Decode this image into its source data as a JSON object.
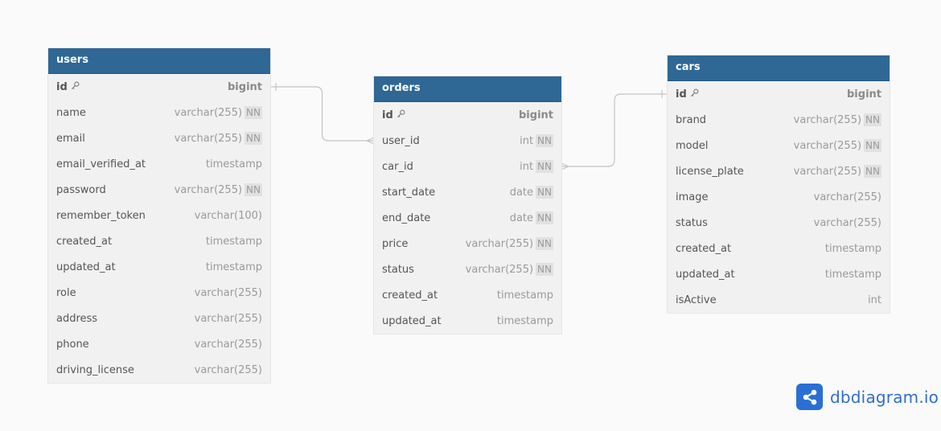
{
  "tables": {
    "users": {
      "name": "users",
      "fields": [
        {
          "name": "id",
          "type": "bigint",
          "nn": false,
          "pk": true
        },
        {
          "name": "name",
          "type": "varchar(255)",
          "nn": true
        },
        {
          "name": "email",
          "type": "varchar(255)",
          "nn": true
        },
        {
          "name": "email_verified_at",
          "type": "timestamp",
          "nn": false
        },
        {
          "name": "password",
          "type": "varchar(255)",
          "nn": true
        },
        {
          "name": "remember_token",
          "type": "varchar(100)",
          "nn": false
        },
        {
          "name": "created_at",
          "type": "timestamp",
          "nn": false
        },
        {
          "name": "updated_at",
          "type": "timestamp",
          "nn": false
        },
        {
          "name": "role",
          "type": "varchar(255)",
          "nn": false
        },
        {
          "name": "address",
          "type": "varchar(255)",
          "nn": false
        },
        {
          "name": "phone",
          "type": "varchar(255)",
          "nn": false
        },
        {
          "name": "driving_license",
          "type": "varchar(255)",
          "nn": false
        }
      ]
    },
    "orders": {
      "name": "orders",
      "fields": [
        {
          "name": "id",
          "type": "bigint",
          "nn": false,
          "pk": true
        },
        {
          "name": "user_id",
          "type": "int",
          "nn": true
        },
        {
          "name": "car_id",
          "type": "int",
          "nn": true
        },
        {
          "name": "start_date",
          "type": "date",
          "nn": true
        },
        {
          "name": "end_date",
          "type": "date",
          "nn": true
        },
        {
          "name": "price",
          "type": "varchar(255)",
          "nn": true
        },
        {
          "name": "status",
          "type": "varchar(255)",
          "nn": true
        },
        {
          "name": "created_at",
          "type": "timestamp",
          "nn": false
        },
        {
          "name": "updated_at",
          "type": "timestamp",
          "nn": false
        }
      ]
    },
    "cars": {
      "name": "cars",
      "fields": [
        {
          "name": "id",
          "type": "bigint",
          "nn": false,
          "pk": true
        },
        {
          "name": "brand",
          "type": "varchar(255)",
          "nn": true
        },
        {
          "name": "model",
          "type": "varchar(255)",
          "nn": true
        },
        {
          "name": "license_plate",
          "type": "varchar(255)",
          "nn": true
        },
        {
          "name": "image",
          "type": "varchar(255)",
          "nn": false
        },
        {
          "name": "status",
          "type": "varchar(255)",
          "nn": false
        },
        {
          "name": "created_at",
          "type": "timestamp",
          "nn": false
        },
        {
          "name": "updated_at",
          "type": "timestamp",
          "nn": false
        },
        {
          "name": "isActive",
          "type": "int",
          "nn": false
        }
      ]
    }
  },
  "nn_label": "NN",
  "relationships": [
    {
      "from": "users.id",
      "to": "orders.user_id",
      "from_card": "one",
      "to_card": "many"
    },
    {
      "from": "cars.id",
      "to": "orders.car_id",
      "from_card": "one",
      "to_card": "many"
    }
  ],
  "brand": {
    "name": "dbdiagram.io",
    "logo": "share-nodes-icon"
  },
  "colors": {
    "header": "#2f6795",
    "body": "#f1f1f1",
    "link": "#c3c3c3",
    "brand": "#2a6fd3"
  }
}
